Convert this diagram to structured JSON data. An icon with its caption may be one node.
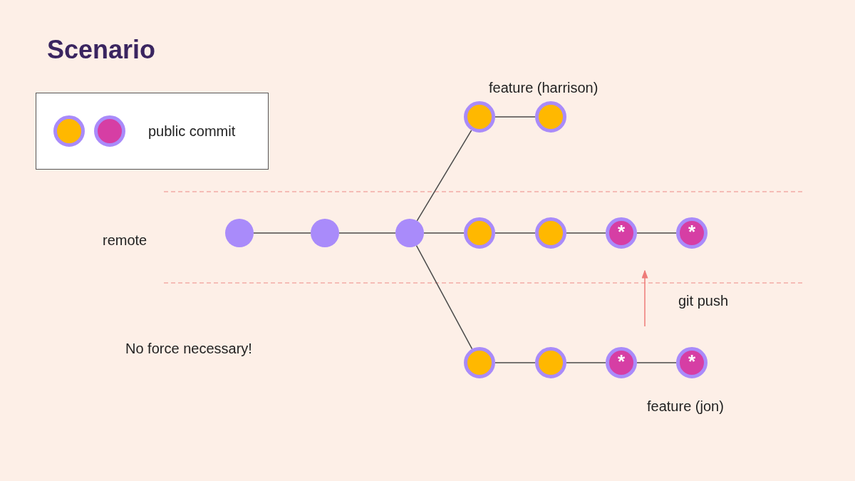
{
  "diagram": {
    "title": "Scenario",
    "nodes": [
      {
        "text": [],
        "shape": "circle"
      },
      {
        "text": [],
        "shape": "circle"
      },
      {
        "text": [],
        "shape": "circle"
      },
      {
        "text": [],
        "shape": "circle"
      },
      {
        "text": [],
        "shape": "circle"
      },
      {
        "text": [],
        "shape": "circle"
      },
      {
        "text": [],
        "shape": "circle"
      },
      {
        "text": [
          "*"
        ]
      },
      {
        "text": [
          "*"
        ]
      },
      {
        "text": [],
        "shape": "circle"
      },
      {
        "text": [],
        "shape": "circle"
      },
      {
        "text": [
          "*"
        ]
      },
      {
        "text": [
          "*"
        ]
      }
    ],
    "edges": [
      {
        "from": 0,
        "to": 1,
        "arrow": "none"
      },
      {
        "from": 1,
        "to": 2,
        "arrow": "none"
      },
      {
        "from": 2,
        "to": 3,
        "arrow": "none"
      },
      {
        "from": 3,
        "to": 4,
        "arrow": "none"
      },
      {
        "from": 2,
        "to": 5,
        "arrow": "none"
      },
      {
        "from": 5,
        "to": 6,
        "arrow": "none"
      },
      {
        "from": 6,
        "to": 7,
        "arrow": "none"
      },
      {
        "from": 7,
        "to": 8,
        "arrow": "none"
      },
      {
        "from": 2,
        "to": 9,
        "arrow": "none"
      },
      {
        "from": 9,
        "to": 10,
        "arrow": "none"
      },
      {
        "from": 10,
        "to": 11,
        "arrow": "none"
      },
      {
        "from": 11,
        "to": 12,
        "arrow": "none"
      }
    ],
    "labels": [
      "feature (harrison)",
      "remote",
      "git push",
      "No force necessary!",
      "feature (jon)"
    ],
    "legend": [
      {
        "text": "public commit"
      }
    ]
  }
}
